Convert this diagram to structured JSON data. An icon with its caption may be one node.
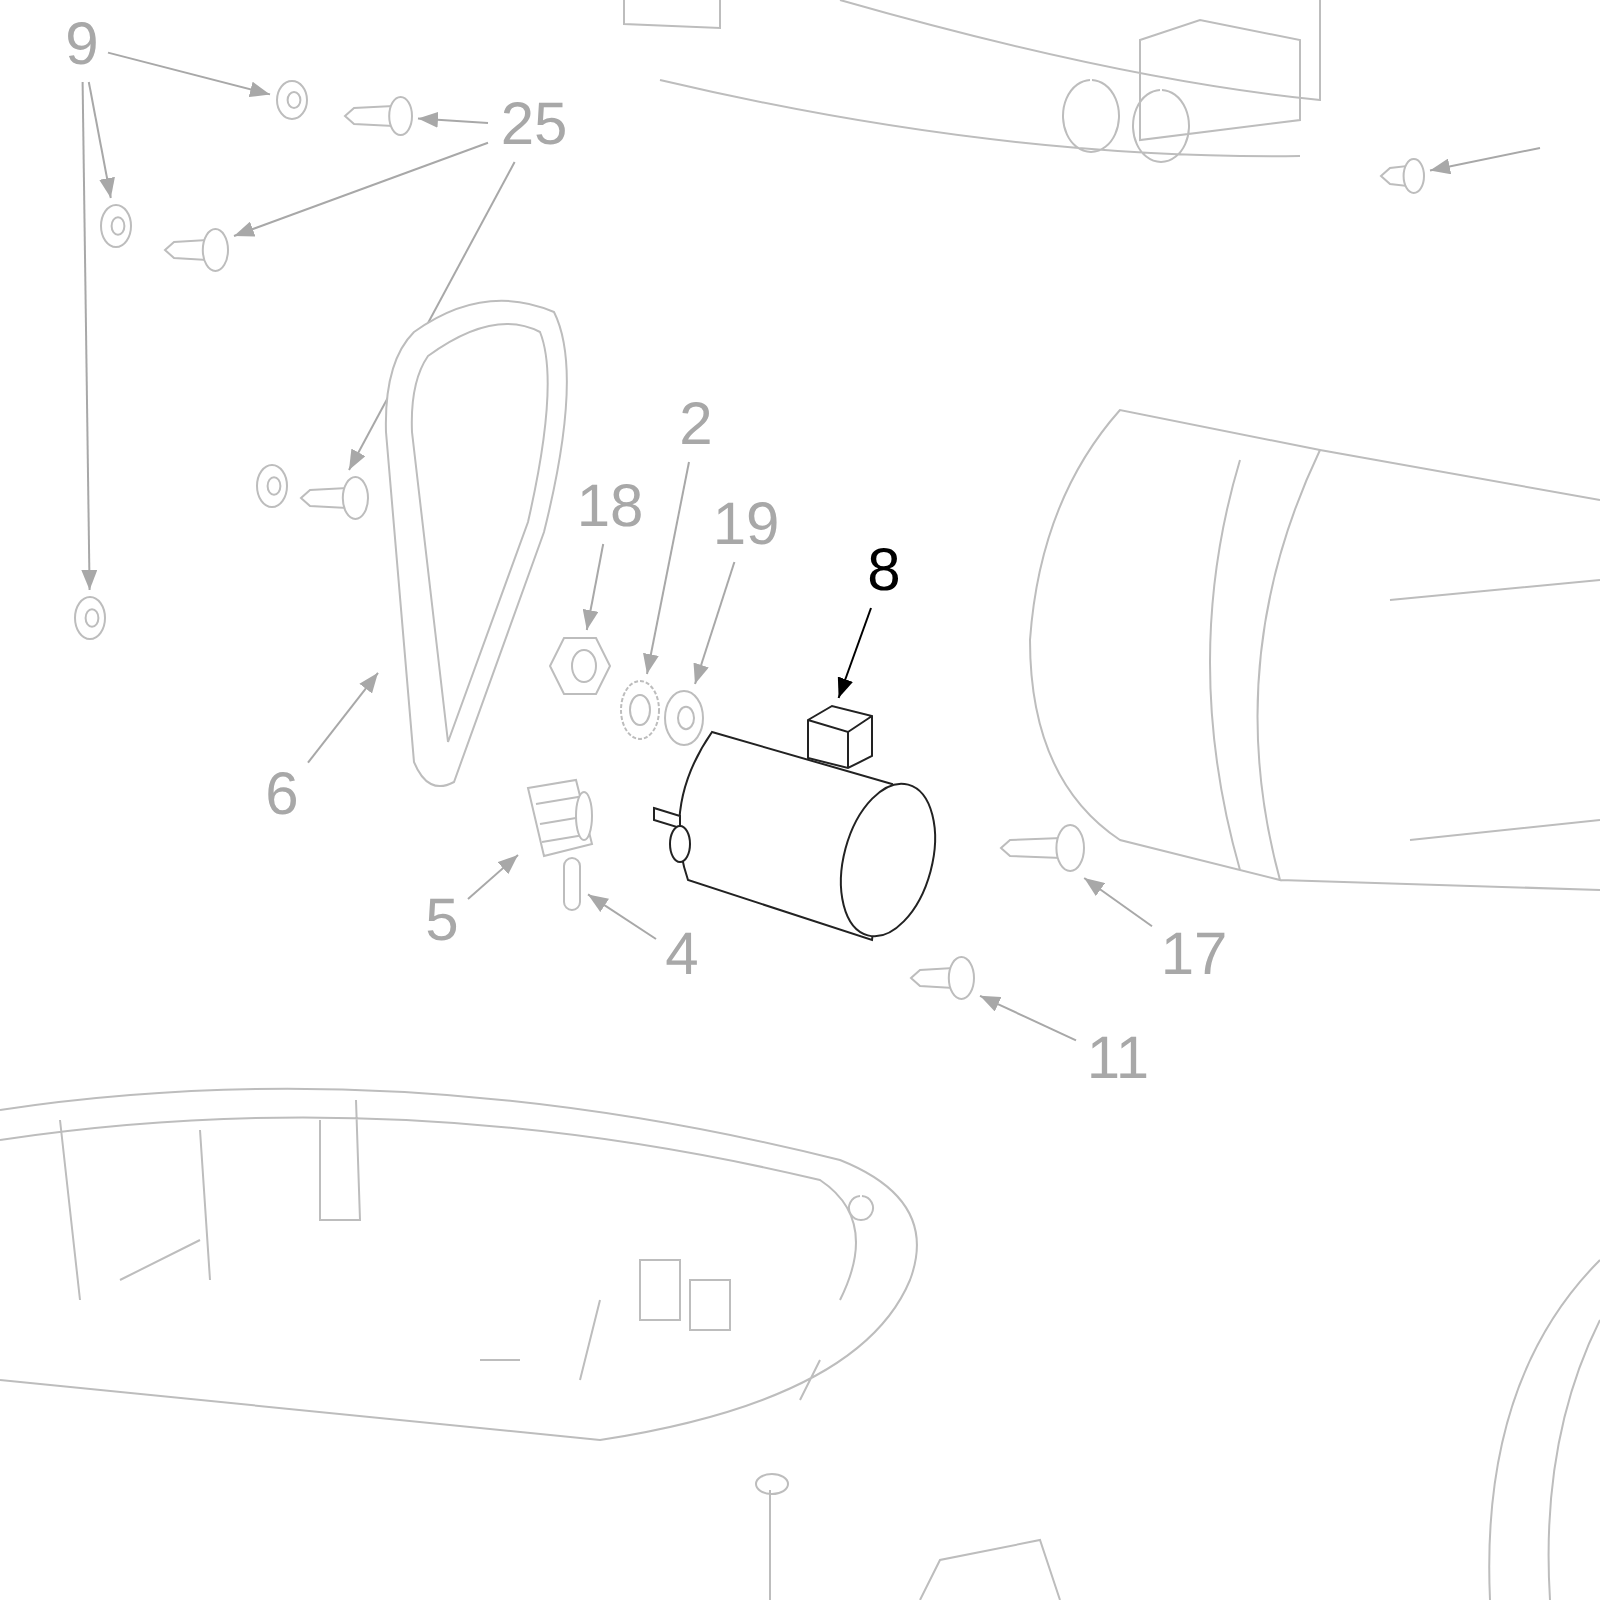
{
  "diagram": {
    "nodes": [
      {
        "text": [
          "9"
        ]
      },
      {
        "text": [
          "25"
        ]
      },
      {
        "text": [
          "2"
        ]
      },
      {
        "text": [
          "18"
        ]
      },
      {
        "text": [
          "19"
        ]
      },
      {
        "text": [
          "8"
        ]
      },
      {
        "text": [
          "6"
        ]
      },
      {
        "text": [
          "5"
        ]
      },
      {
        "text": [
          "4"
        ]
      },
      {
        "text": [
          "17"
        ]
      },
      {
        "text": [
          "11"
        ]
      },
      {
        "text": [],
        "shape": "picture"
      },
      {
        "text": [],
        "shape": "picture"
      },
      {
        "text": [],
        "shape": "picture"
      },
      {
        "text": [],
        "shape": "picture"
      },
      {
        "text": [],
        "shape": "picture"
      },
      {
        "text": [],
        "shape": "picture"
      },
      {
        "text": [],
        "shape": "picture"
      },
      {
        "text": [],
        "shape": "picture"
      },
      {
        "text": [],
        "shape": "picture"
      },
      {
        "text": [],
        "shape": "picture"
      },
      {
        "text": [],
        "shape": "picture"
      },
      {
        "text": [],
        "shape": "picture"
      },
      {
        "text": [],
        "shape": "picture"
      },
      {
        "text": [],
        "shape": "picture"
      },
      {
        "text": [],
        "shape": "picture"
      },
      {
        "text": [],
        "shape": "bar"
      },
      {
        "text": [],
        "shape": "picture"
      }
    ],
    "edges": [
      {
        "from": 0,
        "to": 11,
        "arrow": "to"
      },
      {
        "from": 0,
        "to": 14,
        "arrow": "to"
      },
      {
        "from": 0,
        "to": 18,
        "arrow": "to"
      },
      {
        "from": 1,
        "to": 12,
        "arrow": "to"
      },
      {
        "from": 1,
        "to": 15,
        "arrow": "to"
      },
      {
        "from": 1,
        "to": 17,
        "arrow": "to"
      },
      {
        "from": 2,
        "to": 21,
        "arrow": "to"
      },
      {
        "from": 3,
        "to": 20,
        "arrow": "to"
      },
      {
        "from": 4,
        "to": 22,
        "arrow": "to"
      },
      {
        "from": 5,
        "to": 23,
        "arrow": "to",
        "color": "#000000"
      },
      {
        "from": 6,
        "to": 19,
        "arrow": "to"
      },
      {
        "from": 7,
        "to": 24,
        "arrow": "to"
      },
      {
        "from": 8,
        "to": 26,
        "arrow": "to"
      },
      {
        "from": 9,
        "to": 25,
        "arrow": "to"
      },
      {
        "from": 10,
        "to": 27,
        "arrow": "to"
      },
      {
        "from": null,
        "to": 13,
        "arrow": "to"
      }
    ]
  }
}
